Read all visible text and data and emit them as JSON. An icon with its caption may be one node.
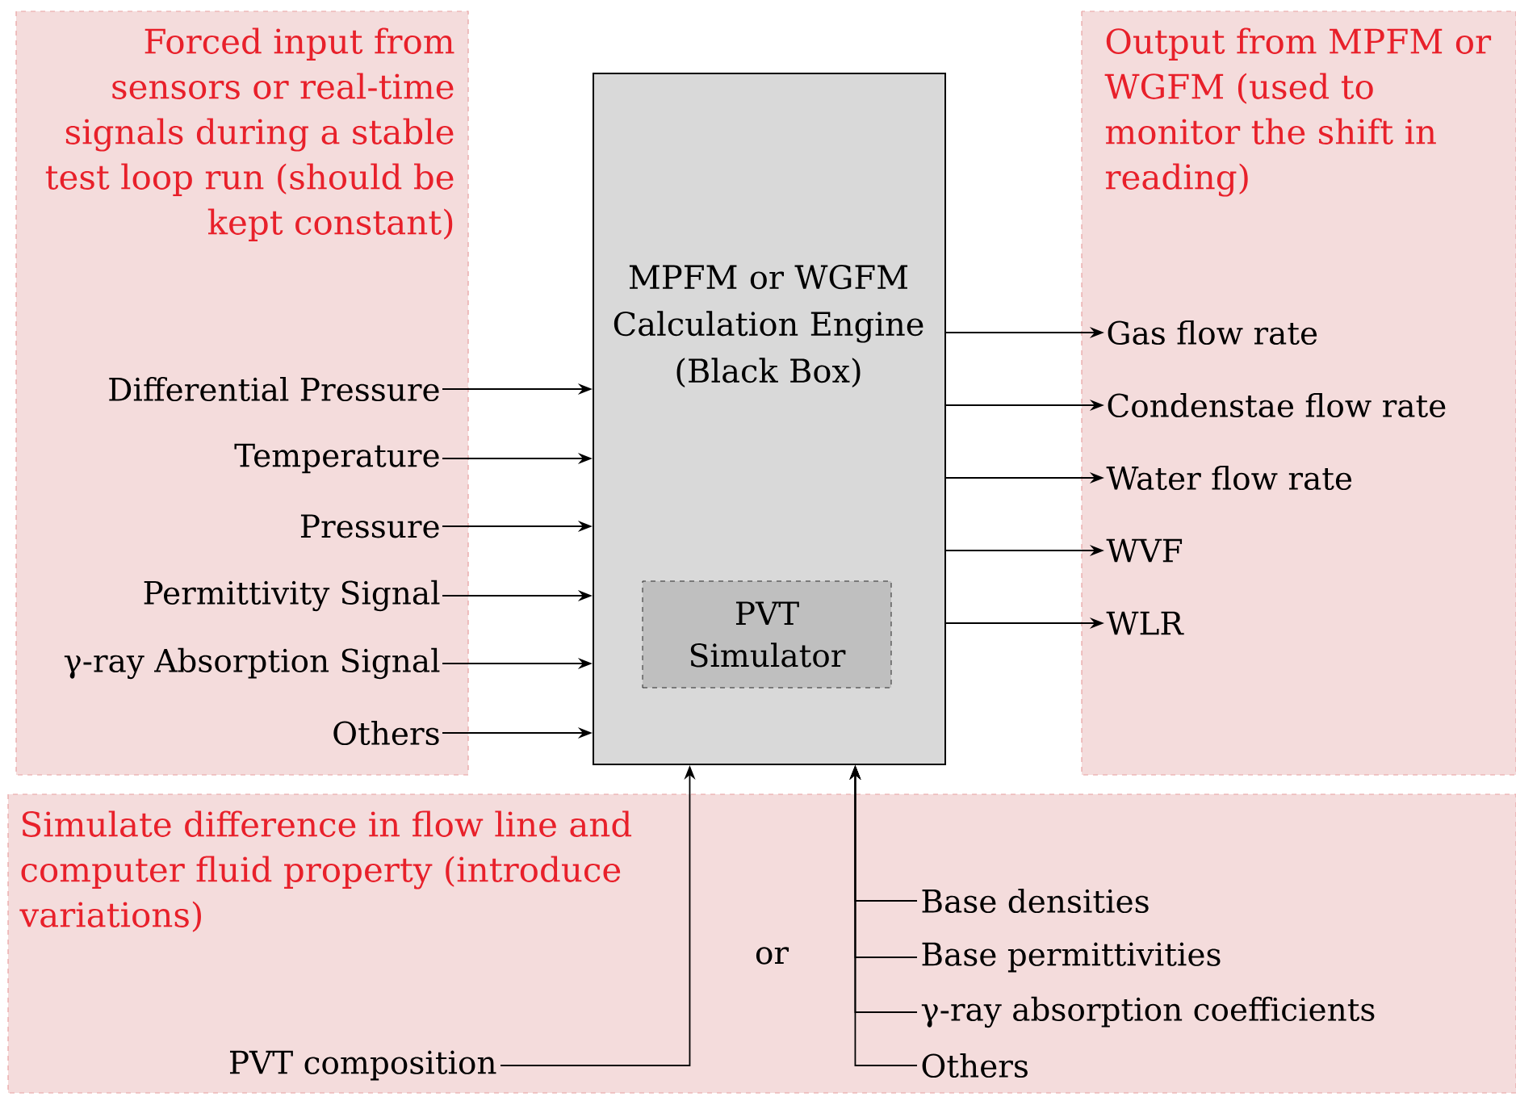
{
  "diagram": {
    "nodes": [
      {
        "text": [
          "Forced input from sensors or real-time signals during a stable test loop run (should be kept constant)"
        ]
      },
      {
        "text": [
          "Differential Pressure"
        ],
        "in": 0
      },
      {
        "text": [
          "Temperature"
        ],
        "in": 0
      },
      {
        "text": [
          "Pressure"
        ],
        "in": 0
      },
      {
        "text": [
          "Permittivity Signal"
        ],
        "in": 0
      },
      {
        "text": [
          "γ-ray Absorption Signal"
        ],
        "in": 0
      },
      {
        "text": [
          "Others"
        ],
        "in": 0
      },
      {
        "text": [
          "MPFM or WGFM Calculation Engine (Black Box)"
        ]
      },
      {
        "text": [
          "PVT Simulator"
        ],
        "in": 7
      },
      {
        "text": [
          "Output from MPFM or WGFM (used to monitor the shift in reading)"
        ]
      },
      {
        "text": [
          "Gas flow rate"
        ],
        "in": 9
      },
      {
        "text": [
          "Condenstae flow rate"
        ],
        "in": 9
      },
      {
        "text": [
          "Water flow rate"
        ],
        "in": 9
      },
      {
        "text": [
          "WVF"
        ],
        "in": 9
      },
      {
        "text": [
          "WLR"
        ],
        "in": 9
      },
      {
        "text": [
          "Simulate difference in flow line and computer fluid property (introduce variations)"
        ]
      },
      {
        "text": [
          "PVT composition"
        ],
        "in": 15
      },
      {
        "text": [
          "Base densities"
        ],
        "in": 15
      },
      {
        "text": [
          "Base permittivities"
        ],
        "in": 15
      },
      {
        "text": [
          "γ-ray absorption coefficients"
        ],
        "in": 15
      },
      {
        "text": [
          "Others"
        ],
        "in": 15
      }
    ],
    "edges": [
      {
        "from": 1,
        "to": 7,
        "arrow": "to"
      },
      {
        "from": 2,
        "to": 7,
        "arrow": "to"
      },
      {
        "from": 3,
        "to": 7,
        "arrow": "to"
      },
      {
        "from": 4,
        "to": 7,
        "arrow": "to"
      },
      {
        "from": 5,
        "to": 7,
        "arrow": "to"
      },
      {
        "from": 6,
        "to": 7,
        "arrow": "to"
      },
      {
        "from": 7,
        "to": 10,
        "arrow": "to"
      },
      {
        "from": 7,
        "to": 11,
        "arrow": "to"
      },
      {
        "from": 7,
        "to": 12,
        "arrow": "to"
      },
      {
        "from": 7,
        "to": 13,
        "arrow": "to"
      },
      {
        "from": 7,
        "to": 14,
        "arrow": "to"
      },
      {
        "from": 16,
        "to": 7,
        "arrow": "to"
      },
      {
        "from": 17,
        "to": 7,
        "arrow": "to"
      },
      {
        "from": 18,
        "to": 7,
        "arrow": "to"
      },
      {
        "from": 19,
        "to": 7,
        "arrow": "to"
      },
      {
        "from": 20,
        "to": 7,
        "arrow": "to"
      }
    ],
    "labels": [
      "or"
    ]
  }
}
